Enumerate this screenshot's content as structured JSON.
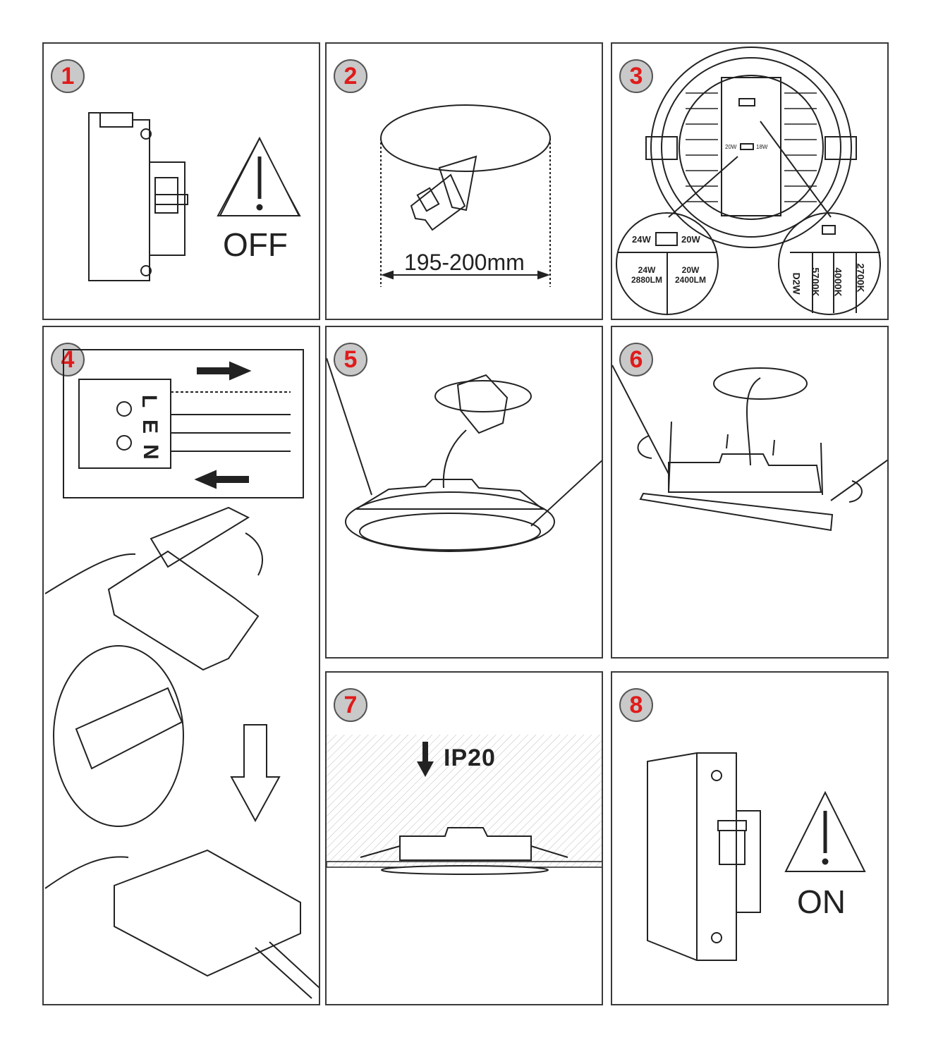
{
  "steps": [
    {
      "number": "1",
      "caption": "OFF"
    },
    {
      "number": "2",
      "dimension": "195-200mm"
    },
    {
      "number": "3",
      "left_callout": {
        "switch_left": "24W",
        "switch_right": "20W",
        "cells": [
          [
            "24W",
            "2880LM"
          ],
          [
            "20W",
            "2400LM"
          ]
        ]
      },
      "inner_switch": {
        "left": "20W",
        "right": "18W"
      },
      "right_callout": {
        "options": [
          "D2W",
          "5700K",
          "4000K",
          "2700K"
        ]
      }
    },
    {
      "number": "4",
      "terminals": [
        "L",
        "E",
        "N"
      ]
    },
    {
      "number": "5"
    },
    {
      "number": "6"
    },
    {
      "number": "7",
      "rating": "IP20"
    },
    {
      "number": "8",
      "caption": "ON"
    }
  ],
  "colors": {
    "badge_fill": "#c9c9c9",
    "badge_number": "#e01b1b",
    "line": "#222222"
  }
}
